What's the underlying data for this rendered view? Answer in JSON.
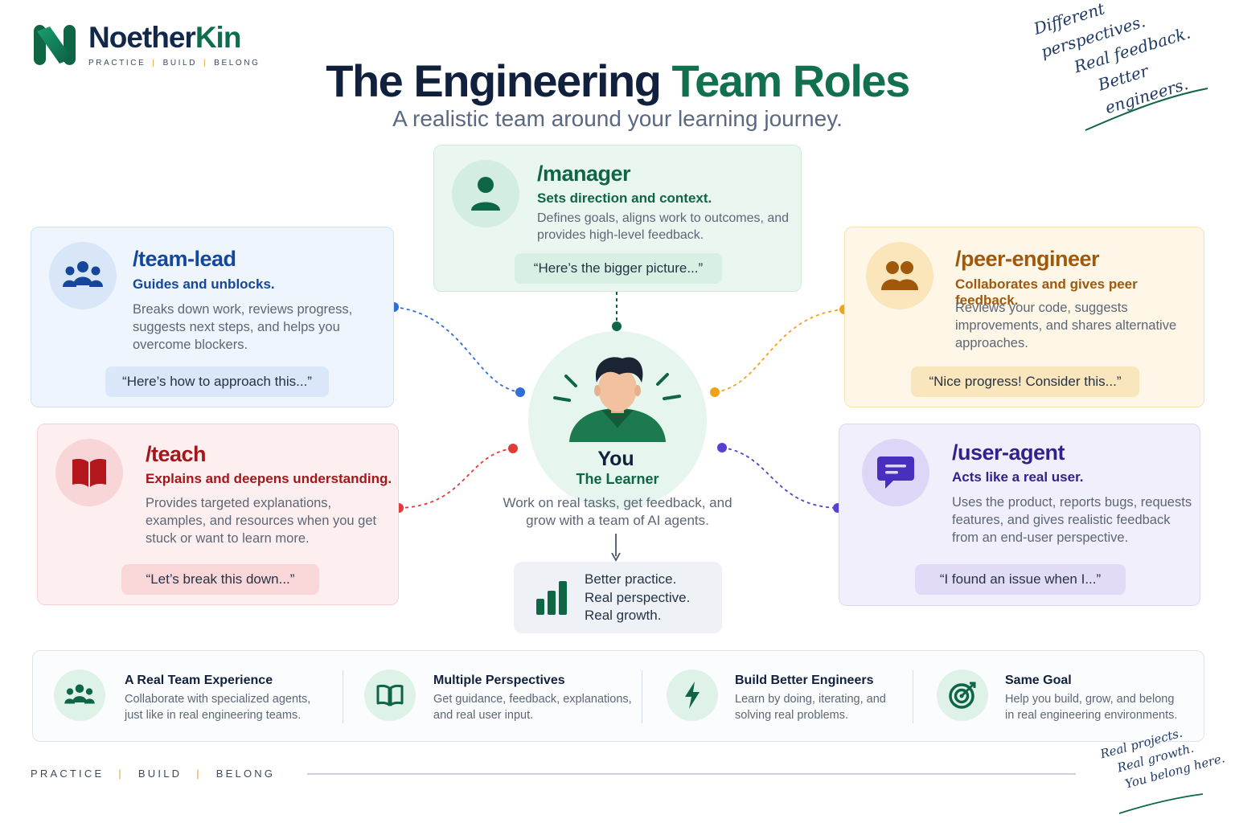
{
  "brand": {
    "name_main": "Noether",
    "name_accent": "Kin",
    "tagline": [
      "PRACTICE",
      "BUILD",
      "BELONG"
    ],
    "colors": {
      "navy": "#11284a",
      "green": "#0d6e4f"
    }
  },
  "header": {
    "title_main": "The Engineering",
    "title_accent": "Team Roles",
    "subtitle": "A realistic team around your learning journey."
  },
  "note_top": [
    "Different perspectives.",
    "Real feedback.",
    "Better engineers."
  ],
  "roles": {
    "manager": {
      "title": "/manager",
      "subtitle": "Sets direction and context.",
      "description": "Defines goals, aligns work to outcomes, and provides high-level feedback.",
      "quote": "“Here’s the bigger picture...”",
      "icon": "person-icon",
      "color": "#0e6645"
    },
    "team_lead": {
      "title": "/team-lead",
      "subtitle": "Guides and unblocks.",
      "description": "Breaks down work, reviews progress, suggests next steps, and helps you overcome blockers.",
      "quote": "“Here’s how to approach this...”",
      "icon": "group-icon",
      "color": "#14479a"
    },
    "peer_engineer": {
      "title": "/peer-engineer",
      "subtitle": "Collaborates and gives peer feedback.",
      "description": "Reviews your code, suggests improvements, and shares alternative approaches.",
      "quote": "“Nice progress! Consider this...”",
      "icon": "two-people-icon",
      "color": "#a0580b"
    },
    "teach": {
      "title": "/teach",
      "subtitle": "Explains and deepens understanding.",
      "description": "Provides targeted explanations, examples, and resources when you get stuck or want to learn more.",
      "quote": "“Let’s break this down...”",
      "icon": "open-book-icon",
      "color": "#a4161a"
    },
    "user_agent": {
      "title": "/user-agent",
      "subtitle": "Acts like a real user.",
      "description": "Uses the product, reports bugs, requests features, and gives realistic feedback from an end-user perspective.",
      "quote": "“I found an issue when I...”",
      "icon": "chat-bubble-icon",
      "color": "#33208f"
    }
  },
  "center": {
    "name": "You",
    "role": "The Learner",
    "description": "Work on real tasks, get feedback, and grow with a team of AI agents.",
    "icon": "learner-avatar-icon"
  },
  "growth": {
    "lines": [
      "Better practice.",
      "Real perspective.",
      "Real growth."
    ],
    "icon": "bar-chart-icon"
  },
  "features": [
    {
      "title": "A Real Team Experience",
      "desc": [
        "Collaborate with specialized agents,",
        "just like in real engineering teams."
      ],
      "icon": "group-icon"
    },
    {
      "title": "Multiple Perspectives",
      "desc": [
        "Get guidance, feedback, explanations,",
        "and real user input."
      ],
      "icon": "book-icon"
    },
    {
      "title": "Build Better Engineers",
      "desc": [
        "Learn by doing, iterating, and",
        "solving real problems."
      ],
      "icon": "lightning-icon"
    },
    {
      "title": "Same Goal",
      "desc": [
        "Help you build, grow, and belong",
        "in real engineering environments."
      ],
      "icon": "target-icon"
    }
  ],
  "footer": {
    "tagline": [
      "PRACTICE",
      "BUILD",
      "BELONG"
    ],
    "note": [
      "Real projects.",
      "Real growth.",
      "You belong here."
    ]
  }
}
